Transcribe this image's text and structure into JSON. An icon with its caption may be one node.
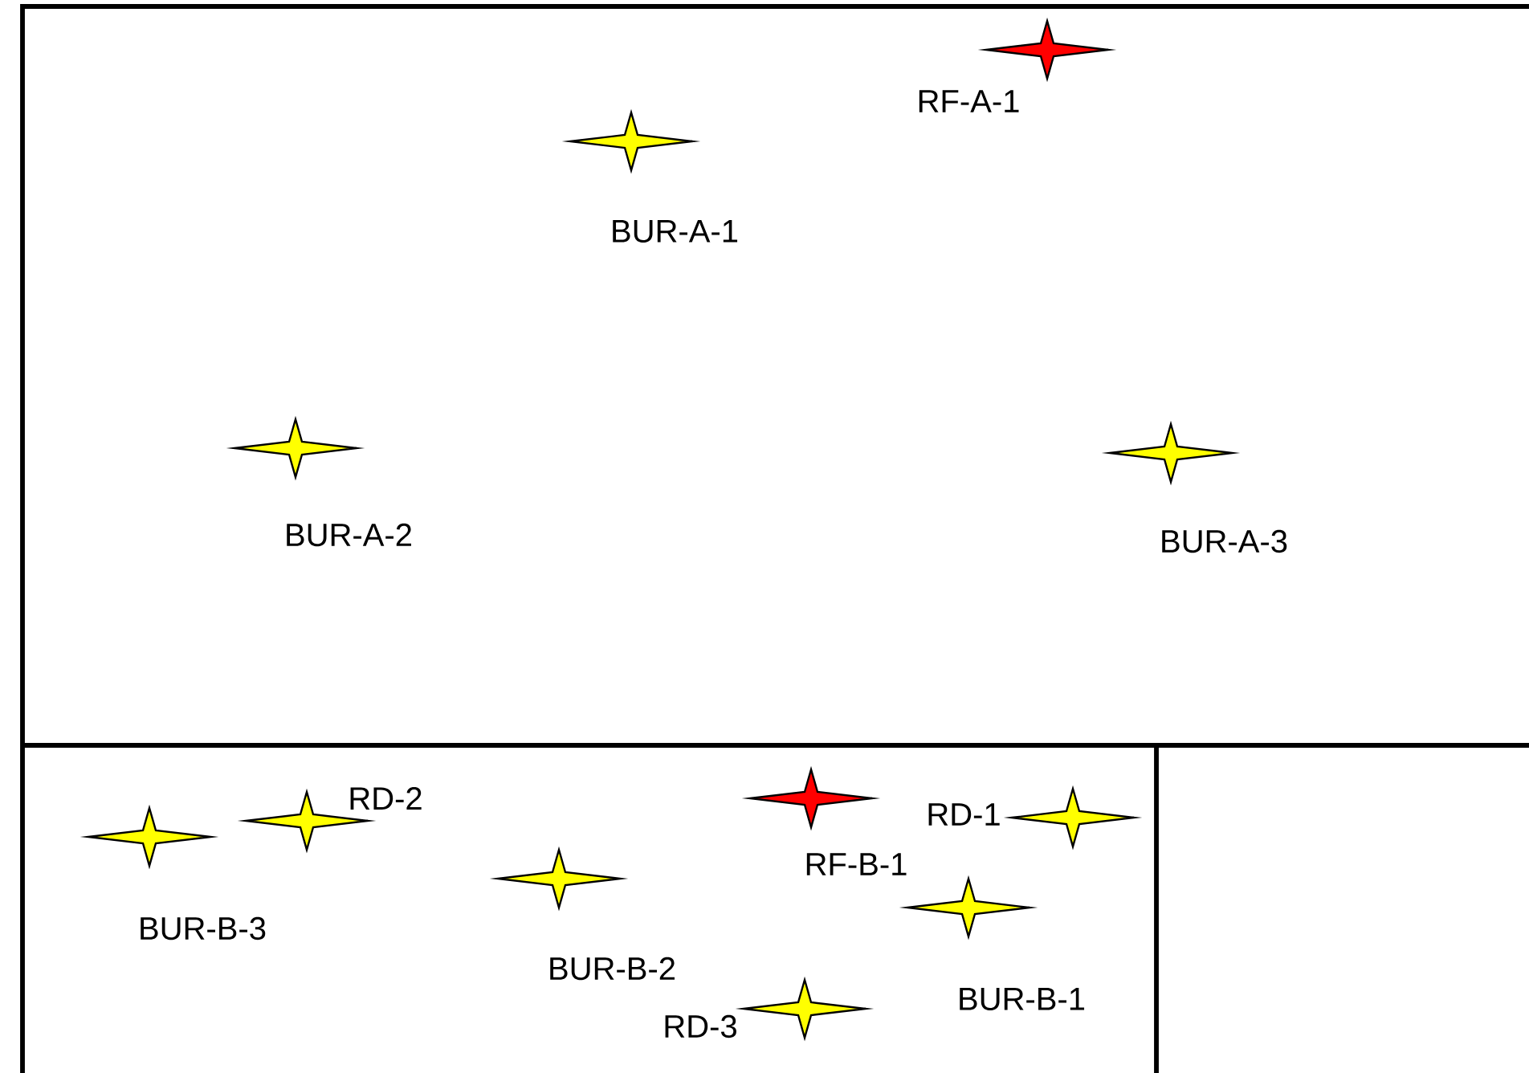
{
  "diagram": {
    "labels": [
      "RF-A-1",
      "BUR-A-1",
      "BUR-A-2",
      "BUR-A-3",
      "RD-2",
      "RD-1",
      "RF-B-1",
      "BUR-B-3",
      "BUR-B-2",
      "BUR-B-1",
      "RD-3"
    ]
  }
}
